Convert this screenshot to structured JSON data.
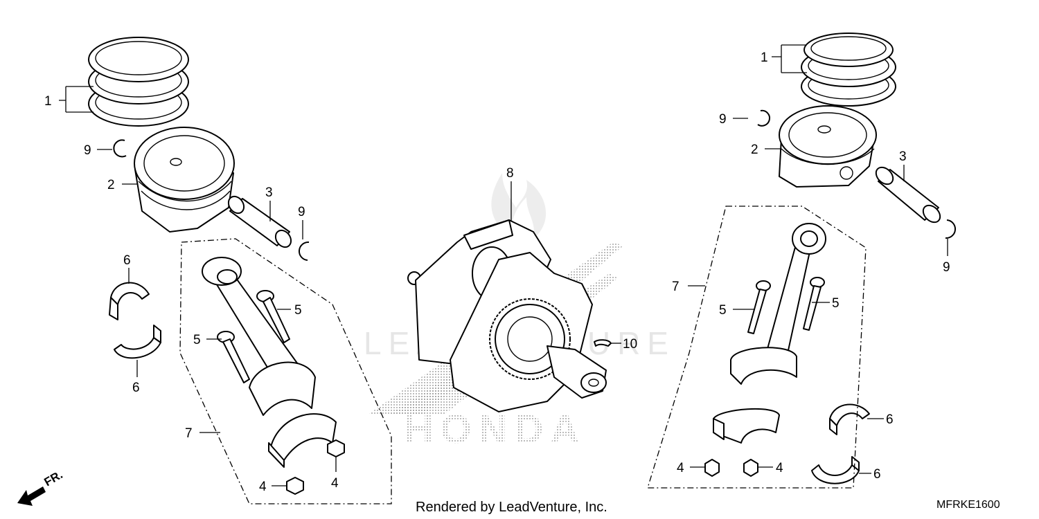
{
  "footer": {
    "credit": "Rendered by LeadVenture, Inc.",
    "diagram_code": "MFRKE1600",
    "direction_label": "FR."
  },
  "watermark": {
    "brand": "HONDA",
    "dealer": "LEADVENTURE"
  },
  "callouts": {
    "left_piston": {
      "rings": "1",
      "piston": "2",
      "pin": "3",
      "clip_top": "9",
      "clip_side": "9",
      "bearing_top": "6",
      "bearing_bottom": "6",
      "bolt_upper": "5",
      "bolt_lower": "5",
      "rod_assembly": "7",
      "nut_bottom": "4",
      "nut_right": "4"
    },
    "crankshaft": {
      "crank": "8",
      "key": "10"
    },
    "right_piston": {
      "rings": "1",
      "piston": "2",
      "pin": "3",
      "clip_left": "9",
      "clip_right": "9",
      "rod_assembly": "7",
      "bolt_left": "5",
      "bolt_right": "5",
      "bearing_top": "6",
      "bearing_bottom": "6",
      "nut_left": "4",
      "nut_right": "4"
    }
  }
}
